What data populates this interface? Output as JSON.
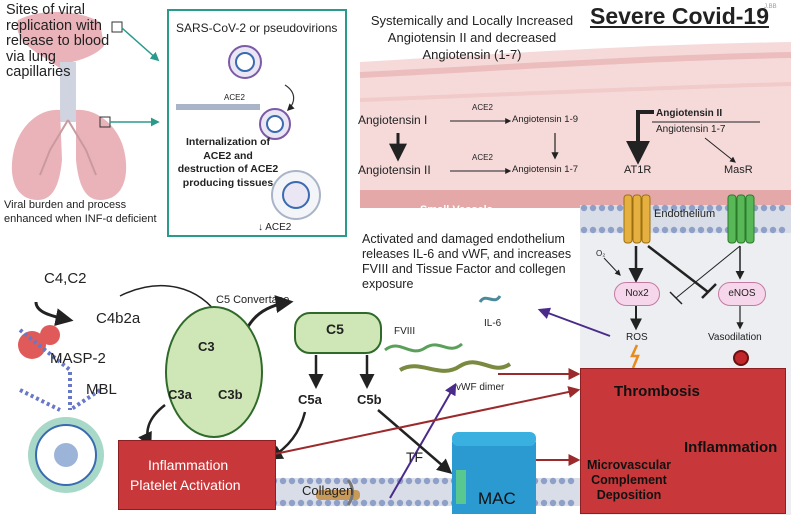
{
  "title": "Severe Covid-19",
  "watermark": "J.BB",
  "lung": {
    "sites_label": "Sites of viral replication with release to blood via lung capillaries",
    "burden_label": "Viral burden and process enhanced when INF-α deficient"
  },
  "inset": {
    "header": "SARS-CoV-2 or pseudovirions",
    "ace2_label": "ACE2",
    "internalization_label": "Internalization of ACE2 and destruction of ACE2 producing tissues",
    "ace2_down": "↓ ACE2"
  },
  "vessel": {
    "header": "Systemically and Locally Increased Angiotensin  II and decreased Angiotensin (1-7)",
    "ang1": "Angiotensin I",
    "ang2_left": "Angiotensin II",
    "ace2_top": "ACE2",
    "ace2_bottom": "ACE2",
    "ang19": "Angiotensin 1-9",
    "ang17": "Angiotensin 1-7",
    "ang2_right": "Angiotensin II",
    "ang17_right": "Angiotensin 1-7",
    "at1r": "AT1R",
    "masr": "MasR",
    "small_vessels": "Small Vessels",
    "endothelium": "Endothelium",
    "o2": "O₂",
    "nox2": "Nox2",
    "enos": "eNOS",
    "ros": "ROS",
    "vasodilation": "Vasodilation"
  },
  "endothelium_text": "Activated and damaged endothelium releases IL-6 and vWF, and increases FVIII and Tissue Factor and collegen exposure",
  "proteins": {
    "il6": "IL-6",
    "fviii": "FVIII",
    "vwf": "vWF dimer",
    "tf": "TF",
    "collagen": "Collagen"
  },
  "complement": {
    "c4c2": "C4,C2",
    "c4b2a": "C4b2a",
    "masp2": "MASP-2",
    "mbl": "MBL",
    "c5_convertase": "C5 Convertase",
    "c3": "C3",
    "c3a": "C3a",
    "c3b": "C3b",
    "c5": "C5",
    "c5a": "C5a",
    "c5b": "C5b",
    "mac": "MAC"
  },
  "inflammation_box": {
    "line1": "Inflammation",
    "line2": "Platelet Activation"
  },
  "thrombosis_box": {
    "thrombosis": "Thrombosis",
    "inflammation": "Inflammation",
    "micro": "Microvascular Complement Deposition"
  },
  "colors": {
    "red_box": "#c8383a",
    "green_fill": "#cfe7b6",
    "green_border": "#2f6a2a",
    "vessel_pink": "#f1c9c9",
    "inset_border": "#2a9a8c",
    "purple_arrow": "#4a2a8a"
  }
}
